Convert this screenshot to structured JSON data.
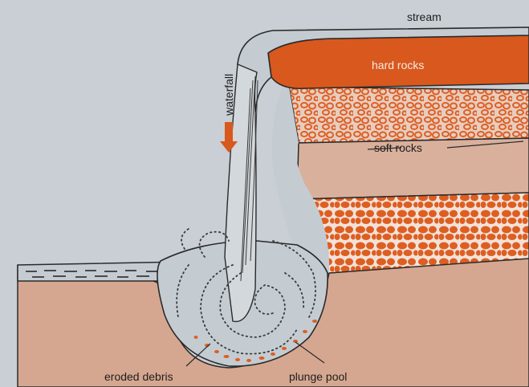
{
  "labels": {
    "stream": "stream",
    "hard_rocks": "hard  rocks",
    "soft_rocks": "soft  rocks",
    "waterfall": "waterfall",
    "eroded_debris": "eroded debris",
    "plunge_pool": "plunge pool"
  },
  "colors": {
    "background": "#c9cfd4",
    "hard_rock": "#d8581e",
    "soft_rock_band": "#d9b09c",
    "ground": "#d6a790",
    "pebble_orange": "#de5e22",
    "water": "#c4ccd2",
    "outline": "#2a2a2a"
  }
}
